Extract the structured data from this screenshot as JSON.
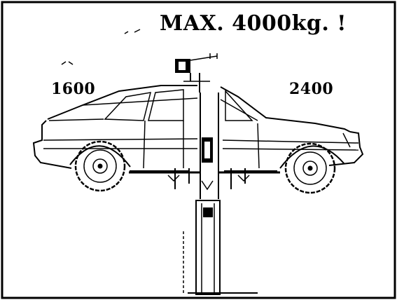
{
  "diagram": {
    "title": "MAX. 4000kg. !",
    "left_load": "1600",
    "right_load": "2400"
  }
}
